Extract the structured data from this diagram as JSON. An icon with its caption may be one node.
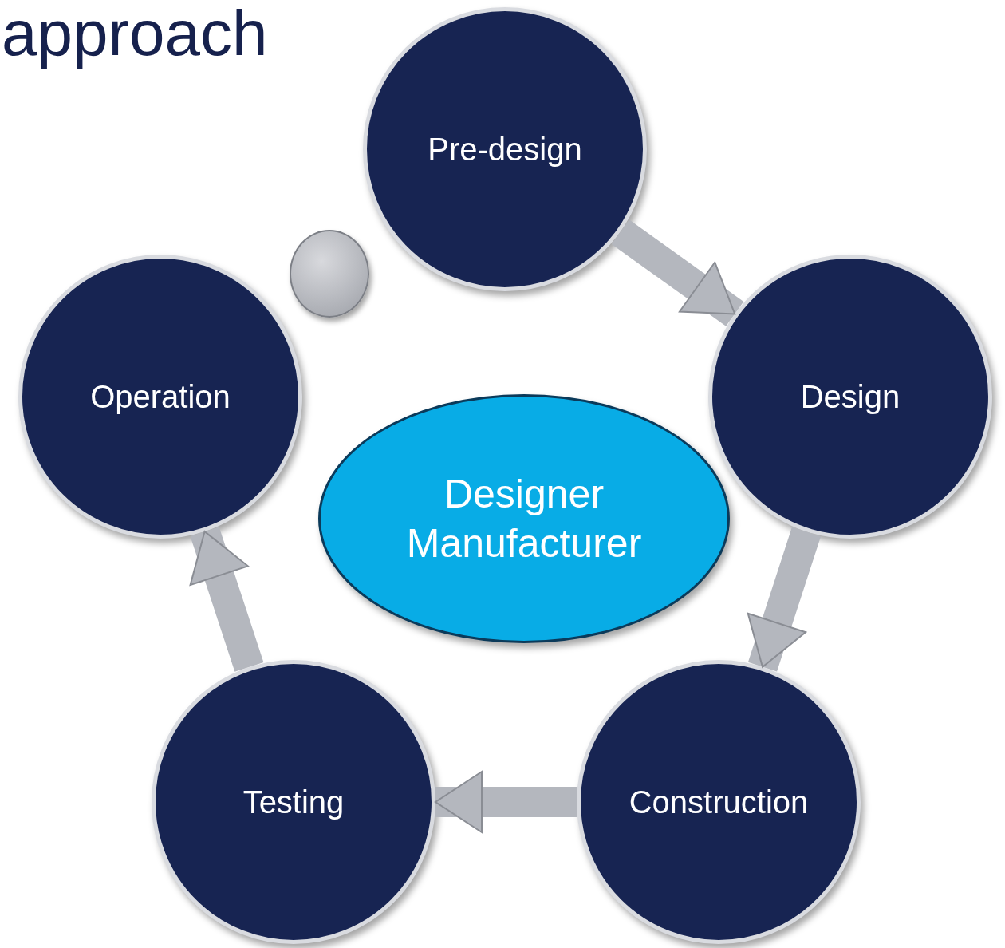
{
  "diagram": {
    "title": "approach",
    "nodes": [
      {
        "text": [
          "Pre-design"
        ]
      },
      {
        "text": [
          "Design"
        ]
      },
      {
        "text": [
          "Construction"
        ]
      },
      {
        "text": [
          "Testing"
        ]
      },
      {
        "text": [
          "Operation"
        ]
      },
      {
        "text": [
          "Designer Manufacturer"
        ]
      },
      {
        "text": [],
        "shape": "circle"
      }
    ],
    "edges": [
      {
        "from": 0,
        "to": 1,
        "arrow": "to"
      },
      {
        "from": 1,
        "to": 2,
        "arrow": "to"
      },
      {
        "from": 2,
        "to": 3,
        "arrow": "to"
      },
      {
        "from": 3,
        "to": 4,
        "arrow": "to"
      }
    ]
  }
}
